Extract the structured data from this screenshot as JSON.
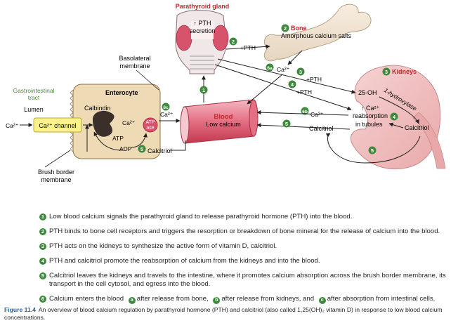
{
  "labels": {
    "parathyroid_gland": "Parathyroid gland",
    "pth_up": "↑ PTH",
    "secretion": "secretion",
    "bone_title": "Bone",
    "bone_desc": "Amorphous calcium salts",
    "kidneys_title": "Kidneys",
    "hydroxylase": "1-hydroxylase",
    "oh25": "25-OH",
    "ca_up": "↑ Ca²⁺",
    "reabsorption": "reabsorption",
    "in_tubules": "in tubules",
    "calcitriol": "Calcitriol",
    "blood_title": "Blood",
    "blood_sub": "Low calcium",
    "basolateral_1": "Basolateral",
    "basolateral_2": "membrane",
    "gi_1": "Gastrointestinal",
    "gi_2": "tract",
    "lumen": "Lumen",
    "enterocyte": "Enterocyte",
    "calbindin": "Calbindin",
    "atpase_1": "ATP",
    "atpase_2": "ase",
    "atp": "ATP",
    "adp": "ADP",
    "ca2": "Ca²⁺",
    "ca_channel": "Ca²⁺ channel",
    "brush_1": "Brush border",
    "brush_2": "membrane",
    "pth_plus": "+PTH"
  },
  "markers": {
    "m1": "1",
    "m2": "2",
    "m3": "3",
    "m4": "4",
    "m5": "5",
    "m6a": "6a",
    "m6b": "6b",
    "m6c": "6c"
  },
  "steps": [
    {
      "num": "1",
      "text": "Low blood calcium signals the parathyroid gland to release parathyroid hormone (PTH) into the blood."
    },
    {
      "num": "2",
      "text": "PTH binds to bone cell receptors and triggers the resorption or breakdown of bone mineral for the release of calcium into the blood."
    },
    {
      "num": "3",
      "text": "PTH acts on the kidneys to synthesize the active form of vitamin D, calcitriol."
    },
    {
      "num": "4",
      "text": "PTH and calcitriol promote the reabsorption of calcium from the kidneys and into the blood."
    },
    {
      "num": "5",
      "text": "Calcitriol leaves the kidneys and travels to the intestine, where it promotes calcium absorption across the brush border membrane, its transport in the cell cytosol, and egress into the blood."
    }
  ],
  "step6": {
    "num": "6",
    "text": "Calcium enters the blood",
    "a_badge": "a",
    "a_text": "after release from bone,",
    "b_badge": "b",
    "b_text": "after release from kidneys, and",
    "c_badge": "c",
    "c_text": "after absorption from intestinal cells."
  },
  "caption": {
    "figure": "Figure 11.4",
    "text": "An overview of blood calcium regulation by parathyroid hormone (PTH) and calcitriol (also called 1,25(OH)₂ vitamin D) in response to low blood calcium concentrations."
  },
  "colors": {
    "marker_green": "#3d8a3c",
    "title_red": "#c0282e",
    "figure_blue": "#2a5f9e",
    "gi_green": "#4c8c3a"
  }
}
